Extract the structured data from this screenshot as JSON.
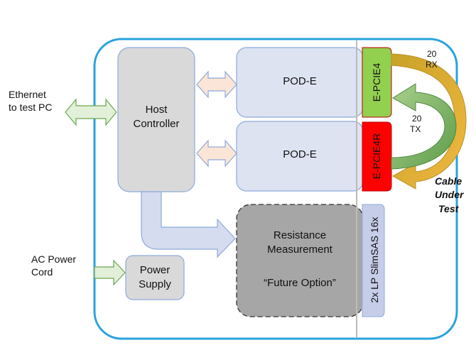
{
  "external": {
    "ethernet_line1": "Ethernet",
    "ethernet_line2": "to test PC",
    "ac_line1": "AC Power",
    "ac_line2": "Cord"
  },
  "blocks": {
    "host_line1": "Host",
    "host_line2": "Controller",
    "pod_top": "POD-E",
    "pod_bottom": "POD-E",
    "psu_line1": "Power",
    "psu_line2": "Supply",
    "resistance_line1": "Resistance",
    "resistance_line2": "Measurement",
    "resistance_line3": "“Future Option”"
  },
  "connectors": {
    "epcie4": "E-PCIE4",
    "epcie4r": "E-PCIE4R",
    "slimsas": "2x LP SlimSAS 16x"
  },
  "cable": {
    "rx_count": "20",
    "rx_label": "RX",
    "tx_count": "20",
    "tx_label": "TX",
    "line1": "Cable",
    "line2": "Under",
    "line3": "Test"
  },
  "colors": {
    "enclosure_border": "#29a3dd",
    "host_fill": "#d9d9d9",
    "pod_fill": "#dde3f1",
    "resistance_fill": "#a6a6a6",
    "green_connector": "#92d050",
    "red_connector": "#ff0000",
    "slimsas_fill": "#c5cde8",
    "rx_cable": "#c9a227",
    "tx_cable": "#6fa858"
  }
}
